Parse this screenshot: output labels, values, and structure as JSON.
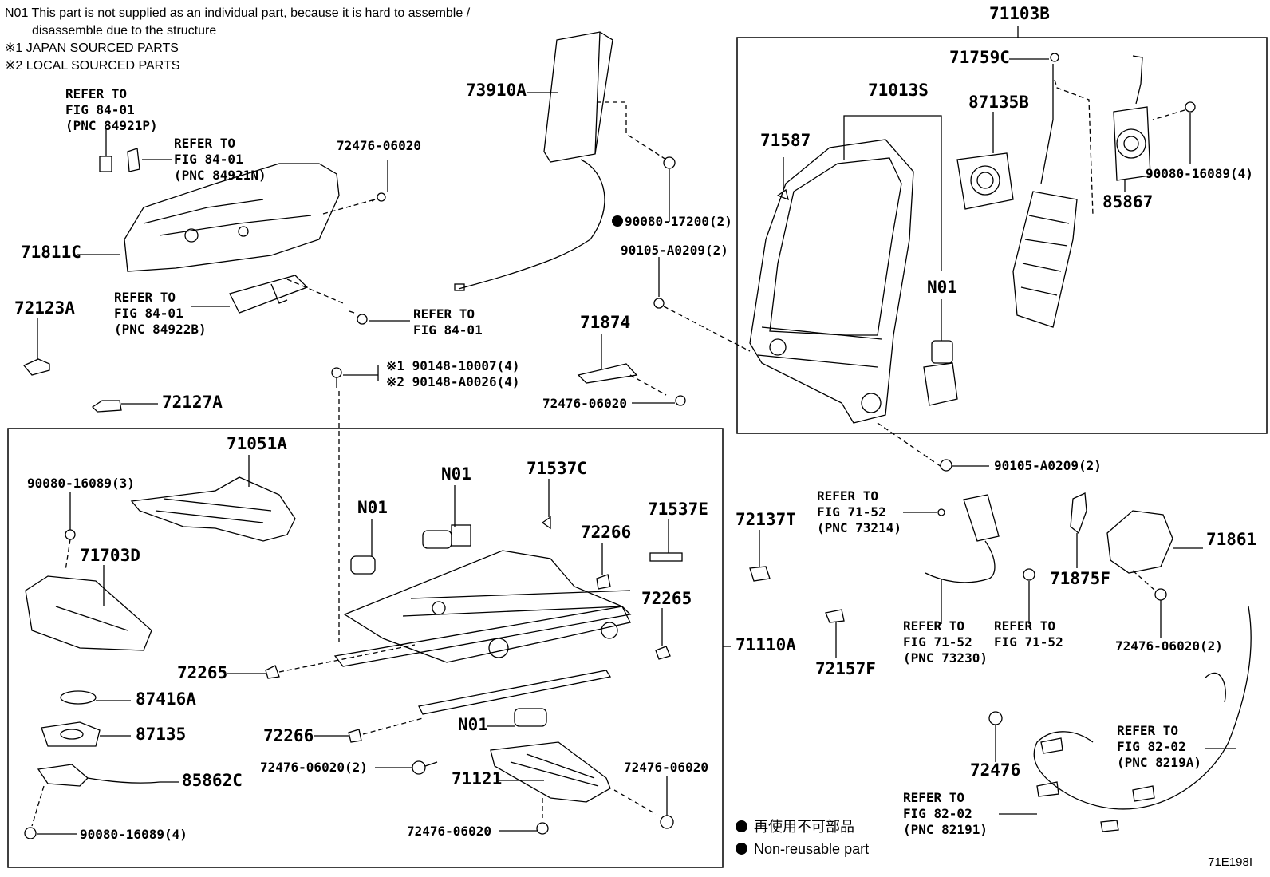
{
  "notes": {
    "n01_line1": "N01 This part is not supplied as an individual part, because it is hard to assemble /",
    "n01_line2": "disassemble due to the structure",
    "mark1": "※1 JAPAN SOURCED PARTS",
    "mark2": "※2 LOCAL SOURCED PARTS"
  },
  "labels": {
    "refer_84921P": "REFER TO\nFIG 84-01\n(PNC 84921P)",
    "refer_84921N": "REFER TO\nFIG 84-01\n(PNC 84921N)",
    "p72476_06020_a": "72476-06020",
    "p71811C": "71811C",
    "refer_84922B": "REFER TO\nFIG 84-01\n(PNC 84922B)",
    "refer_84_01": "REFER TO\nFIG 84-01",
    "p72123A": "72123A",
    "p72127A": "72127A",
    "p73910A": "73910A",
    "p90080_17200": "90080-17200(2)",
    "p90105_A0209_a": "90105-A0209(2)",
    "p90148_10007": "※1 90148-10007(4)",
    "p90148_A0026": "※2 90148-A0026(4)",
    "p71874": "71874",
    "p72476_06020_b": "72476-06020",
    "p71103B": "71103B",
    "p71759C": "71759C",
    "p71013S": "71013S",
    "p87135B": "87135B",
    "p71587": "71587",
    "p90080_16089_a": "90080-16089(4)",
    "p85867": "85867",
    "n01_a": "N01",
    "p90105_A0209_b": "90105-A0209(2)",
    "p71051A": "71051A",
    "p90080_16089_b": "90080-16089(3)",
    "p71703D": "71703D",
    "n01_b": "N01",
    "n01_c": "N01",
    "p71537C": "71537C",
    "p71537E": "71537E",
    "p72266_a": "72266",
    "p72265_a": "72265",
    "p72265_b": "72265",
    "p71110A": "71110A",
    "p87416A": "87416A",
    "p87135": "87135",
    "p72266_b": "72266",
    "n01_d": "N01",
    "p85862C": "85862C",
    "p72476_06020_c": "72476-06020(2)",
    "p71121": "71121",
    "p72476_06020_d": "72476-06020",
    "p72476_06020_e": "72476-06020",
    "p90080_16089_c": "90080-16089(4)",
    "p72137T": "72137T",
    "p72157F": "72157F",
    "refer_73214": "REFER TO\nFIG 71-52\n(PNC 73214)",
    "refer_73230": "REFER TO\nFIG 71-52\n(PNC 73230)",
    "refer_71_52": "REFER TO\nFIG 71-52",
    "p71875F": "71875F",
    "p71861": "71861",
    "p72476_06020_f": "72476-06020(2)",
    "p72476": "72476",
    "refer_8219A": "REFER TO\nFIG 82-02\n(PNC 8219A)",
    "refer_82191": "REFER TO\nFIG 82-02\n(PNC 82191)"
  },
  "legend": {
    "jp": "再使用不可部品",
    "en": "Non-reusable part"
  },
  "figure_id": "71E198I"
}
